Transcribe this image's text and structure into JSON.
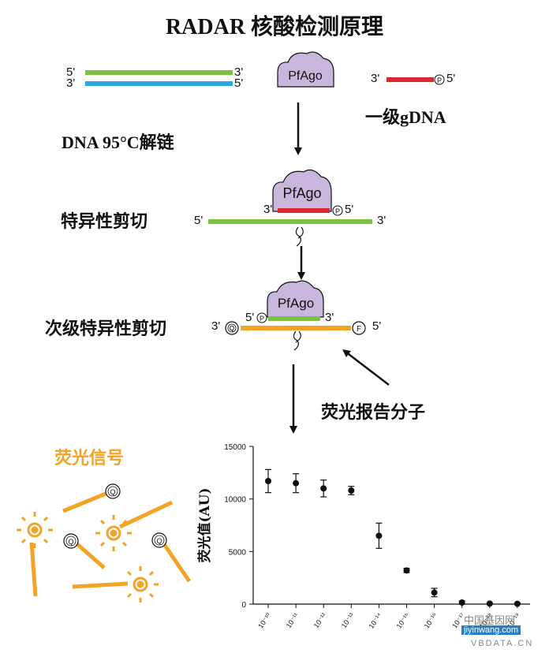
{
  "title": "RADAR 核酸检测原理",
  "dna_label": "DNA 95°C解链",
  "gdna_label": "一级gDNA",
  "step1_label": "特异性剪切",
  "step2_label": "次级特异性剪切",
  "reporter_label": "荧光报告分子",
  "signal_label": "荧光信号",
  "pfago": "PfAgo",
  "p_mark": "P",
  "q_mark": "Q",
  "f_mark": "F",
  "end5": "5'",
  "end3": "3'",
  "colors": {
    "green": "#7cc242",
    "blue": "#29a8e0",
    "red": "#d9282f",
    "orange": "#f3a426",
    "lilac": "#c9b6dd"
  },
  "chart_data": {
    "type": "scatter",
    "ylabel": "荧光值(AU)",
    "xlabel": "",
    "ylim": [
      0,
      15000
    ],
    "yticks": [
      "0",
      "5000",
      "10000",
      "15000"
    ],
    "ytick_values": [
      0,
      5000,
      10000,
      15000
    ],
    "categories": [
      "10⁻¹⁰",
      "10⁻¹¹",
      "10⁻¹²",
      "10⁻¹³",
      "10⁻¹⁴",
      "10⁻¹⁵",
      "10⁻¹⁶",
      "10⁻¹⁷",
      "10⁻¹⁸",
      "10⁻¹⁹"
    ],
    "values": [
      11700,
      11500,
      11000,
      10800,
      6500,
      3200,
      1100,
      150,
      50,
      30
    ],
    "errors": [
      1100,
      900,
      800,
      400,
      1200,
      200,
      400,
      150,
      80,
      80
    ]
  },
  "watermark": {
    "line1": "中国基因网",
    "line2": "jiyinwang.com",
    "line3": "VBDATA.CN"
  }
}
